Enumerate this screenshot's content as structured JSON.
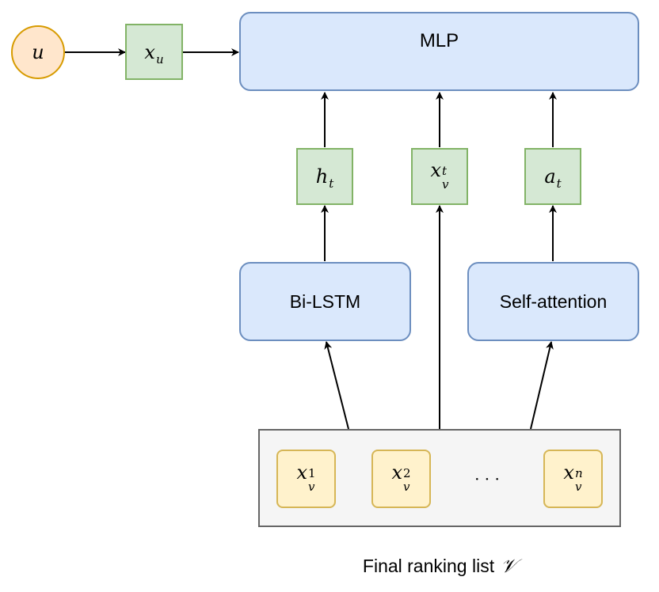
{
  "user_node": {
    "label": "u"
  },
  "user_embedding": {
    "base": "x",
    "sub": "u"
  },
  "mlp": {
    "label": "MLP"
  },
  "bilstm": {
    "label": "Bi-LSTM"
  },
  "self_attention": {
    "label": "Self-attention"
  },
  "h_t": {
    "base": "h",
    "sub": "t"
  },
  "x_v_t": {
    "base": "x",
    "sup": "t",
    "sub": "v"
  },
  "a_t": {
    "base": "a",
    "sub": "t"
  },
  "list_items": [
    {
      "base": "x",
      "sup": "1",
      "sub": "v"
    },
    {
      "base": "x",
      "sup": "2",
      "sub": "v"
    },
    {
      "ellipsis": "· · ·"
    },
    {
      "base": "x",
      "sup": "n",
      "sub": "v"
    }
  ],
  "caption": {
    "text": "Final ranking list",
    "symbol": "𝒱"
  },
  "colors": {
    "blue_fill": "#dae8fc",
    "blue_stroke": "#6c8ebf",
    "green_fill": "#d5e8d4",
    "green_stroke": "#82b366",
    "yellow_fill": "#fff2cc",
    "yellow_stroke": "#d6b656",
    "orange_fill": "#ffe6cc",
    "orange_stroke": "#d79b00",
    "grey_fill": "#f5f5f5",
    "grey_stroke": "#666666"
  }
}
